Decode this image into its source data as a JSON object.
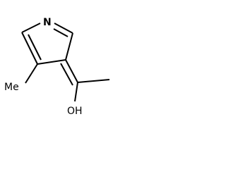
{
  "molecule": {
    "atoms": {
      "nitrogen": "N",
      "methyl_left": "Me",
      "hydroxyl": "OH"
    },
    "colors": {
      "bond": "#000000",
      "label": "#000000",
      "background": "#ffffff"
    }
  }
}
